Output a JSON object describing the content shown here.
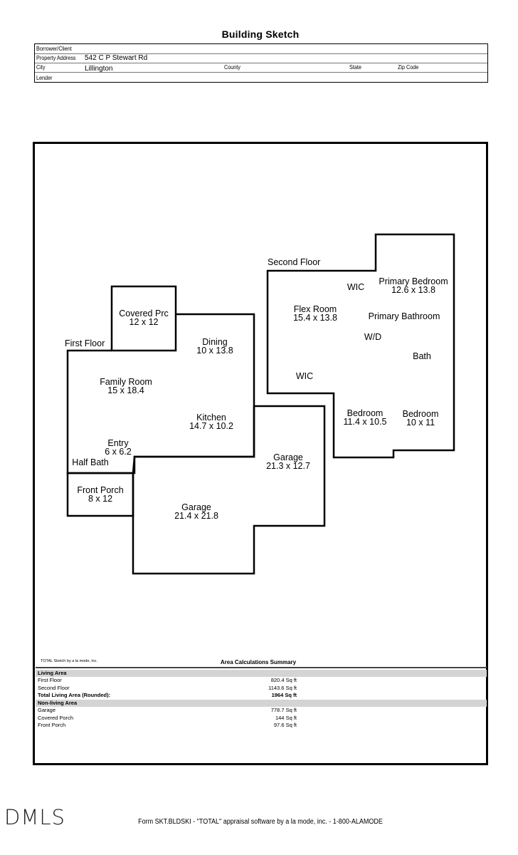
{
  "title": "Building Sketch",
  "header": {
    "borrower_label": "Borrower/Client",
    "borrower_value": "",
    "address_label": "Property Address",
    "address_value": "542 C P Stewart Rd",
    "city_label": "City",
    "city_value": "Lillington",
    "county_label": "County",
    "state_label": "State",
    "zip_label": "Zip Code",
    "lender_label": "Lender"
  },
  "sketch": {
    "first_floor_label": "First Floor",
    "second_floor_label": "Second Floor",
    "rooms": [
      {
        "id": "covered-prc",
        "name": "Covered Prc",
        "dims": "12 x 12"
      },
      {
        "id": "dining",
        "name": "Dining",
        "dims": "10 x 13.8"
      },
      {
        "id": "family-room",
        "name": "Family Room",
        "dims": "15 x 18.4"
      },
      {
        "id": "kitchen",
        "name": "Kitchen",
        "dims": "14.7 x 10.2"
      },
      {
        "id": "entry",
        "name": "Entry",
        "dims": "6 x 6.2"
      },
      {
        "id": "half-bath",
        "name": "Half Bath",
        "dims": ""
      },
      {
        "id": "front-porch",
        "name": "Front Porch",
        "dims": "8 x 12"
      },
      {
        "id": "garage-main",
        "name": "Garage",
        "dims": "21.4 x 21.8"
      },
      {
        "id": "garage-upper",
        "name": "Garage",
        "dims": "21.3 x 12.7"
      },
      {
        "id": "flex-room",
        "name": "Flex Room",
        "dims": "15.4 x 13.8"
      },
      {
        "id": "wic-top",
        "name": "WIC",
        "dims": ""
      },
      {
        "id": "primary-bedroom",
        "name": "Primary Bedroom",
        "dims": "12.6 x 13.8"
      },
      {
        "id": "primary-bathroom",
        "name": "Primary Bathroom",
        "dims": ""
      },
      {
        "id": "wd",
        "name": "W/D",
        "dims": ""
      },
      {
        "id": "bath",
        "name": "Bath",
        "dims": ""
      },
      {
        "id": "wic-bottom",
        "name": "WIC",
        "dims": ""
      },
      {
        "id": "bedroom-left",
        "name": "Bedroom",
        "dims": "11.4 x 10.5"
      },
      {
        "id": "bedroom-right",
        "name": "Bedroom",
        "dims": "10 x 11"
      }
    ]
  },
  "summary": {
    "credit": "TOTAL Sketch by a la mode, inc.",
    "title": "Area Calculations Summary",
    "living_header": "Living Area",
    "living": [
      {
        "label": "First Floor",
        "value": "820.4 Sq ft"
      },
      {
        "label": "Second Floor",
        "value": "1143.6 Sq ft"
      }
    ],
    "total_label": "Total Living Area (Rounded):",
    "total_value": "1964 Sq ft",
    "nonliving_header": "Non-living Area",
    "nonliving": [
      {
        "label": "Garage",
        "value": "778.7 Sq ft"
      },
      {
        "label": "Covered Porch",
        "value": "144 Sq ft"
      },
      {
        "label": "Front Porch",
        "value": "97.6 Sq ft"
      }
    ]
  },
  "footer": "Form SKT.BLDSKI - \"TOTAL\" appraisal software by a la mode, inc. - 1-800-ALAMODE",
  "logo": "DMLS"
}
